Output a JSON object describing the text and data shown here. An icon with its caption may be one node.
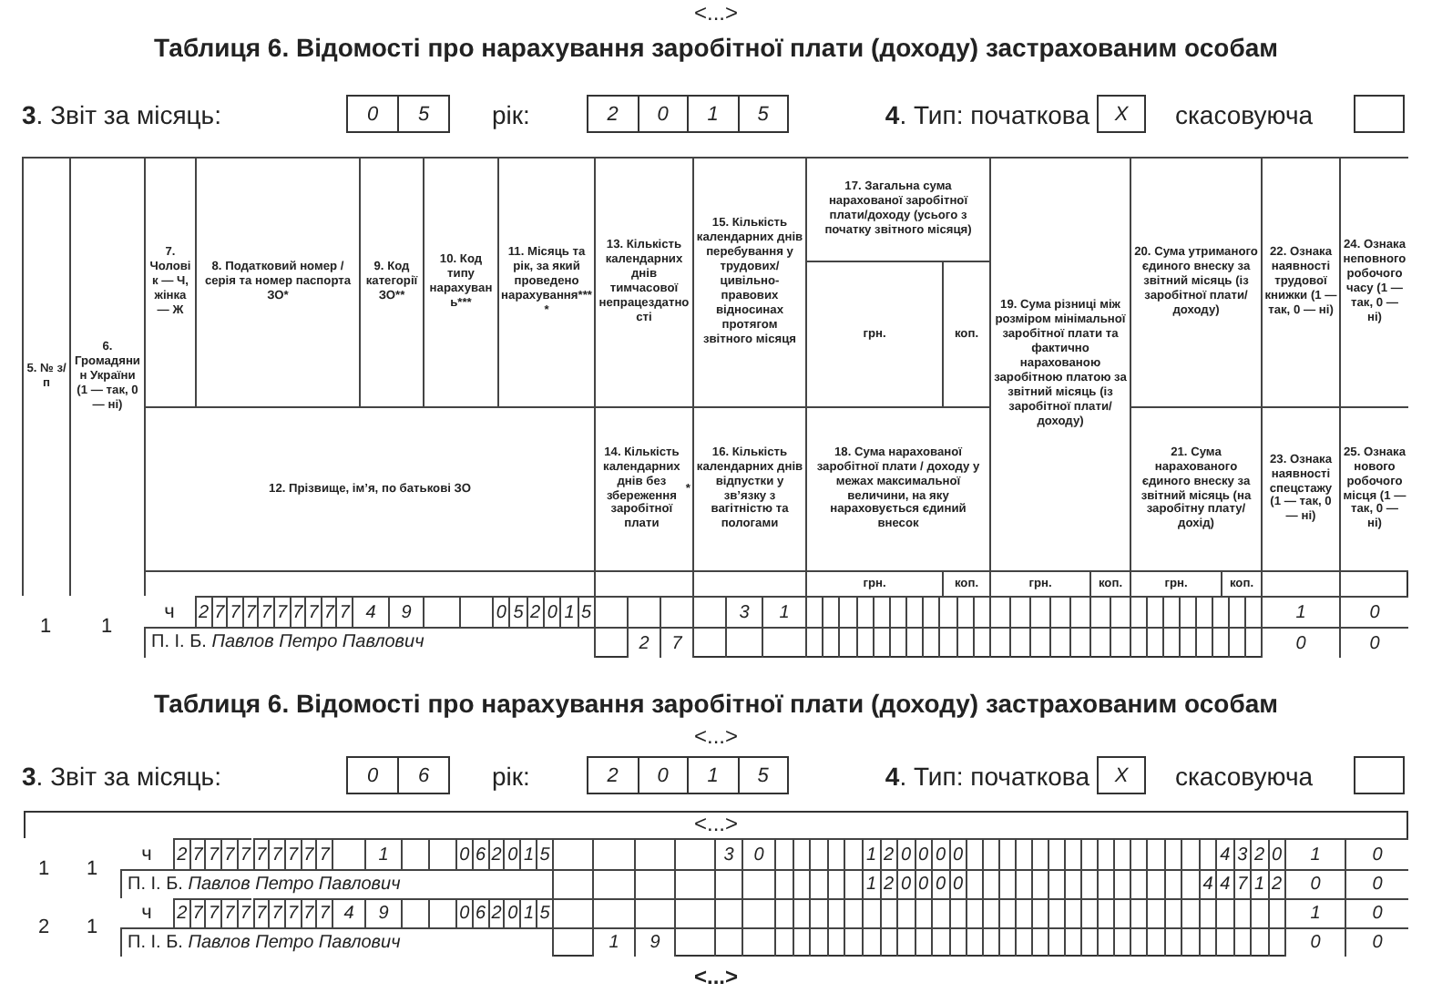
{
  "diagram": {
    "labels": [
      "<...>",
      "Таблиця 6. Відомості про нарахування заробітної плати (доходу) застрахованим особам",
      "**3**. Звіт за місяць:",
      "0",
      "5",
      "рік:",
      "2",
      "0",
      "1",
      "5",
      "**4**. Тип: початкова",
      "X",
      "скасовуюча",
      "5. № з/п",
      "6. Громадянин України (1 — так, 0 — ні)",
      "7. Чоловік — Ч, жінка — Ж",
      "8. Податковий номер /серія та номер паспорта ЗО*",
      "9. Код категорії ЗО**",
      "10. Код типу нарахувань***",
      "11. Місяць та рік, за який проведено нарахування****",
      "13. Кількість календарних днів тимчасової непрацездатності",
      "15. Кількість календарних днів перебування у трудових/ цивільно-правових відносинах протягом звітного місяця",
      "17. Загальна сума нарахованої заробітної плати/доходу (усього з початку звітного місяця)",
      "19. Сума різниці між розміром мінімальної заробітної плати та фактично нарахованою заробітною платою за звітний місяць (із заробітної плати/доходу)",
      "20. Сума утриманого єдиного внеску за звітний місяць (із заробітної плати/доходу)",
      "22. Ознака наявності трудової книжки (1 — так, 0 — ні)",
      "24. Ознака неповного робочого часу (1 — так, 0 — ні)",
      "грн.",
      "коп.",
      "12. Прізвище, ім’я, по батькові ЗО",
      "14. Кількість календарних днів без збереження заробітної плати*****",
      "16. Кількість календарних днів відпустки у зв’язку з вагітністю та пологами",
      "18. Сума нарахованої заробітної плати / доходу у межах максимальної величини, на яку нараховується єдиний внесок",
      "21. Сума нарахованого єдиного внеску за звітний місяць (на заробітну плату/ дохід)",
      "23. Ознака наявності спецстажу (1 — так, 0 — ні)",
      "25. Ознака нового робочого місця (1 — так, 0 — ні)",
      "грн.",
      "коп.",
      "грн.",
      "коп.",
      "грн.",
      "коп.",
      "1",
      "1",
      "ч",
      "2",
      "7",
      "7",
      "7",
      "7",
      "7",
      "7",
      "7",
      "7",
      "7",
      "4",
      "9",
      "0",
      "5",
      "2",
      "0",
      "1",
      "5",
      "3",
      "1",
      "1",
      "0",
      "П. І. Б. *Павлов Петро Павлович*",
      "2",
      "7",
      "0",
      "0",
      "Таблиця 6. Відомості про нарахування заробітної плати (доходу) застрахованим особам",
      "<...>",
      "**3**. Звіт за місяць:",
      "0",
      "6",
      "рік:",
      "2",
      "0",
      "1",
      "5",
      "**4**. Тип: початкова",
      "X",
      "скасовуюча",
      "<...>",
      "1",
      "1",
      "ч",
      "2",
      "7",
      "7",
      "7",
      "7",
      "7",
      "7",
      "7",
      "7",
      "7",
      "1",
      "0",
      "6",
      "2",
      "0",
      "1",
      "5",
      "3",
      "0",
      "1",
      "2",
      "0",
      "0",
      "0",
      "0",
      "4",
      "3",
      "2",
      "0",
      "1",
      "0",
      "П. І. Б. *Павлов Петро Павлович*",
      "1",
      "2",
      "0",
      "0",
      "0",
      "0",
      "4",
      "4",
      "7",
      "1",
      "2",
      "0",
      "0",
      "2",
      "1",
      "ч",
      "2",
      "7",
      "7",
      "7",
      "7",
      "7",
      "7",
      "7",
      "7",
      "7",
      "4",
      "9",
      "0",
      "6",
      "2",
      "0",
      "1",
      "5",
      "1",
      "0",
      "П. І. Б. *Павлов Петро Павлович*",
      "1",
      "9",
      "0",
      "0",
      "<...>"
    ]
  }
}
